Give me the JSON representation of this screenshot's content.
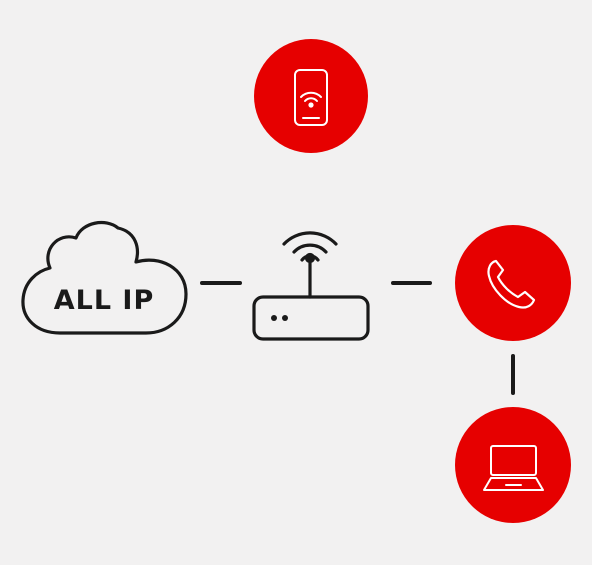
{
  "diagram": {
    "cloud_label": "ALL IP",
    "nodes": [
      {
        "id": "cloud",
        "icon": "cloud-icon"
      },
      {
        "id": "router",
        "icon": "router-icon"
      },
      {
        "id": "mobile",
        "icon": "smartphone-wifi-icon"
      },
      {
        "id": "phone",
        "icon": "phone-handset-icon"
      },
      {
        "id": "laptop",
        "icon": "laptop-icon"
      }
    ],
    "colors": {
      "background": "#f2f1f1",
      "accent": "#e60000",
      "line": "#1a1a1a",
      "icon_on_accent": "#ffffff"
    }
  }
}
